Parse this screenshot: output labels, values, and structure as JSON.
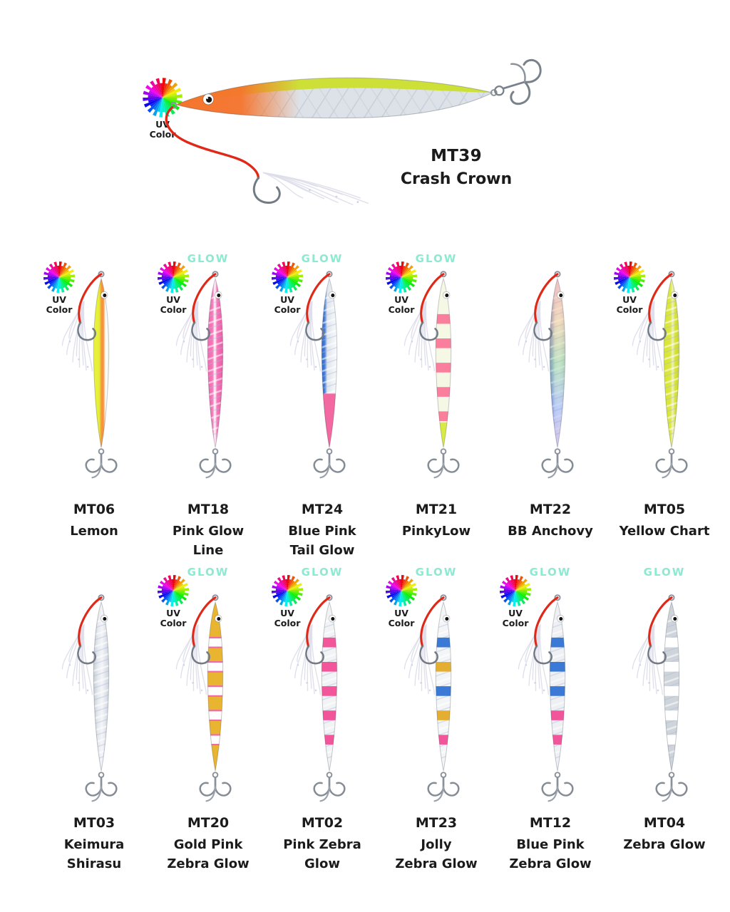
{
  "page": {
    "background": "#FFFFFF",
    "text_color": "#1B1B1B"
  },
  "badges": {
    "glow_label": "GLOW",
    "glow_color": "#8BEAD1",
    "uv_label_line1": "UV",
    "uv_label_line2": "Color"
  },
  "hero": {
    "code": "MT39",
    "name_lines": [
      "Crash Crown"
    ],
    "uv": true,
    "glow": false,
    "art": {
      "type": "hero",
      "head": "#F5742C",
      "back": "#CDE038",
      "belly": "#DDE2E8"
    }
  },
  "rows": [
    {
      "items": [
        {
          "code": "MT06",
          "name_lines": [
            "Lemon"
          ],
          "uv": true,
          "glow": false,
          "art": {
            "type": "gradient",
            "stops": [
              [
                0,
                "#EAF23F"
              ],
              [
                0.38,
                "#E4ED36"
              ],
              [
                0.5,
                "#F59A3E"
              ],
              [
                0.64,
                "#F5913C"
              ],
              [
                0.78,
                "#FFFFFF"
              ],
              [
                1,
                "#F2F6E2"
              ]
            ]
          }
        },
        {
          "code": "MT18",
          "name_lines": [
            "Pink Glow",
            "Line"
          ],
          "uv": true,
          "glow": true,
          "art": {
            "type": "gradient",
            "holo": true,
            "stops": [
              [
                0,
                "#F06AB0"
              ],
              [
                0.32,
                "#F478B8"
              ],
              [
                0.47,
                "#FFFFFF"
              ],
              [
                0.62,
                "#F478B8"
              ],
              [
                1,
                "#EE58A4"
              ]
            ]
          }
        },
        {
          "code": "MT24",
          "name_lines": [
            "Blue Pink",
            "Tail Glow"
          ],
          "uv": true,
          "glow": true,
          "art": {
            "type": "gradient",
            "holo": true,
            "stops": [
              [
                0,
                "#2E66CC"
              ],
              [
                0.2,
                "#4A80D8"
              ],
              [
                0.36,
                "#DFE5EC"
              ],
              [
                0.7,
                "#EEF1F5"
              ],
              [
                1,
                "#F7F9FB"
              ]
            ],
            "tail": {
              "from": 0.68,
              "color": "#F468A2"
            }
          }
        },
        {
          "code": "MT21",
          "name_lines": [
            "PinkyLow"
          ],
          "uv": true,
          "glow": true,
          "art": {
            "type": "zebra",
            "base": "#F6F8E6",
            "stripes": [
              "#FA7F9D",
              "#FA7F9D",
              "#FA7F9D",
              "#FA7F9D",
              "#FA7F9D"
            ],
            "tail": {
              "from": 0.85,
              "color": "#D9EA45"
            }
          }
        },
        {
          "code": "MT22",
          "name_lines": [
            "BB Anchovy"
          ],
          "uv": false,
          "glow": false,
          "art": {
            "type": "gradient",
            "holo": true,
            "sheen": true,
            "stops": [
              [
                0,
                "#8A8AD8"
              ],
              [
                0.16,
                "#A8B2E2"
              ],
              [
                0.34,
                "#E2E6EE"
              ],
              [
                0.6,
                "#EDEFF3"
              ],
              [
                0.82,
                "#DFE3EA"
              ],
              [
                1,
                "#C8CFD8"
              ]
            ]
          }
        },
        {
          "code": "MT05",
          "name_lines": [
            "Yellow Chart"
          ],
          "uv": true,
          "glow": false,
          "art": {
            "type": "gradient",
            "holo": true,
            "stops": [
              [
                0,
                "#D7E434"
              ],
              [
                0.42,
                "#DCE83C"
              ],
              [
                0.58,
                "#ECEFC9"
              ],
              [
                0.72,
                "#D8E43A"
              ],
              [
                1,
                "#C6D52E"
              ]
            ]
          }
        }
      ]
    },
    {
      "items": [
        {
          "code": "MT03",
          "name_lines": [
            "Keimura",
            "Shirasu"
          ],
          "uv": false,
          "glow": false,
          "art": {
            "type": "gradient",
            "holo": true,
            "stops": [
              [
                0,
                "#C8CFD8"
              ],
              [
                0.28,
                "#E6E9EE"
              ],
              [
                0.55,
                "#F3F5F8"
              ],
              [
                0.8,
                "#DFE3EA"
              ],
              [
                1,
                "#CDD3DC"
              ]
            ]
          }
        },
        {
          "code": "MT20",
          "name_lines": [
            "Gold Pink",
            "Zebra Glow"
          ],
          "uv": true,
          "glow": true,
          "art": {
            "type": "zebra",
            "base": "#E9B42F",
            "stripe_edge": "#F06AA8",
            "stripes": [
              "#FFFFFF",
              "#FFFFFF",
              "#FFFFFF",
              "#FFFFFF",
              "#FFFFFF"
            ]
          }
        },
        {
          "code": "MT02",
          "name_lines": [
            "Pink Zebra",
            "Glow"
          ],
          "uv": true,
          "glow": true,
          "art": {
            "type": "zebra",
            "holo": true,
            "base": "#F2F3F5",
            "stripes": [
              "#F2559A",
              "#F2559A",
              "#F2559A",
              "#F2559A",
              "#F2559A"
            ]
          }
        },
        {
          "code": "MT23",
          "name_lines": [
            "Jolly",
            "Zebra Glow"
          ],
          "uv": true,
          "glow": true,
          "art": {
            "type": "zebra",
            "holo": true,
            "base": "#F4F5F7",
            "stripes": [
              "#3A79D6",
              "#E4AE32",
              "#3A79D6",
              "#E4AE32",
              "#F2559A"
            ]
          }
        },
        {
          "code": "MT12",
          "name_lines": [
            "Blue Pink",
            "Zebra Glow"
          ],
          "uv": true,
          "glow": true,
          "art": {
            "type": "zebra",
            "holo": true,
            "base": "#EEF0F4",
            "stripes": [
              "#3A79D6",
              "#3A79D6",
              "#3A79D6",
              "#F2559A",
              "#F2559A"
            ]
          }
        },
        {
          "code": "MT04",
          "name_lines": [
            "Zebra Glow"
          ],
          "uv": false,
          "glow": true,
          "art": {
            "type": "zebra",
            "holo": true,
            "base": "#CFD4DB",
            "stripes": [
              "#FFFFFF",
              "#FFFFFF",
              "#FFFFFF",
              "#FFFFFF",
              "#FFFFFF"
            ]
          }
        }
      ]
    }
  ]
}
